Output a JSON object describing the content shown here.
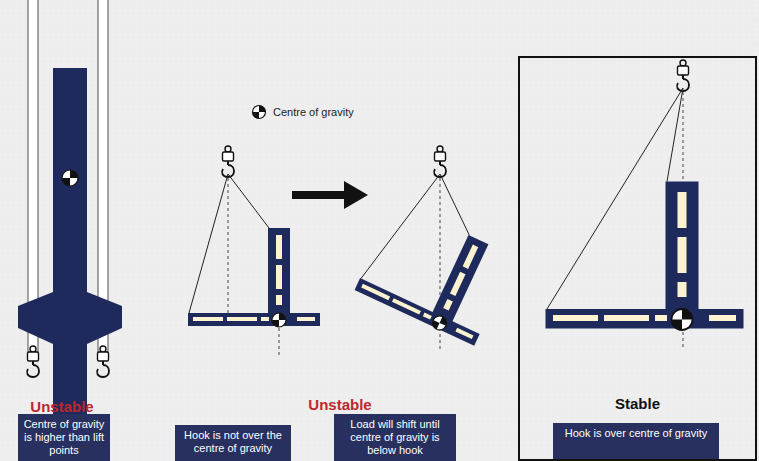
{
  "diagram": {
    "nodes": [
      {
        "text": [
          "Centre of gravity is higher than lift points"
        ]
      },
      {
        "text": [
          "Hook is not over the centre of gravity"
        ]
      },
      {
        "text": [
          "Load will shift until centre of gravity is below hook"
        ]
      },
      {
        "text": [
          "Stable"
        ]
      },
      {
        "text": [
          "Hook is over centre of gravity"
        ],
        "in": 3
      }
    ],
    "labels": [
      "Unstable",
      "Unstable"
    ],
    "legend": [
      {
        "text": "Centre of gravity"
      }
    ]
  }
}
